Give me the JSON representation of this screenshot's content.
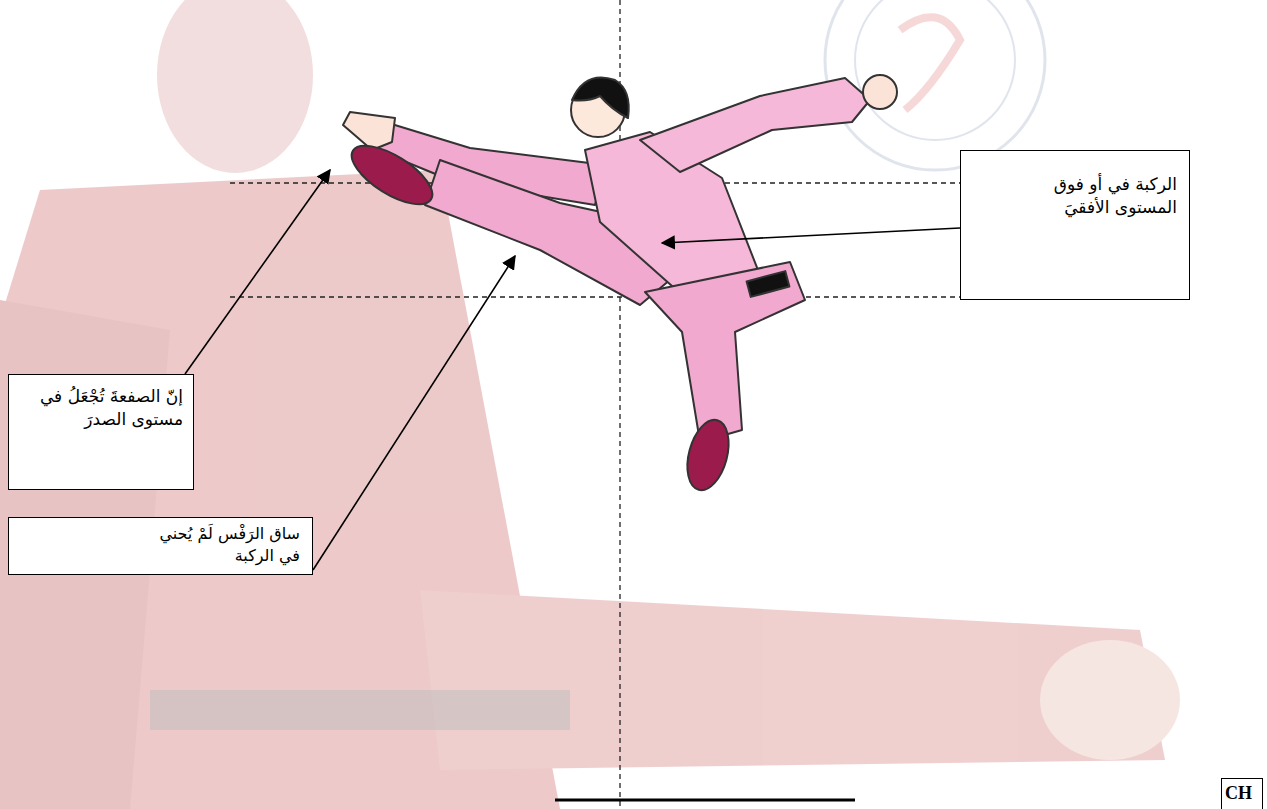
{
  "diagram": {
    "nodes": [
      {
        "text": [
          "الركبة في أو فوق المستوى الأفقيَ"
        ]
      },
      {
        "text": [
          "إنّ الصفعةَ تُجْعَلُ في مستوى الصدرَ"
        ]
      },
      {
        "text": [
          "ساق الرَفْس لَمْ يُحني في الركبة"
        ]
      },
      {
        "text": [
          "CH"
        ]
      }
    ]
  }
}
